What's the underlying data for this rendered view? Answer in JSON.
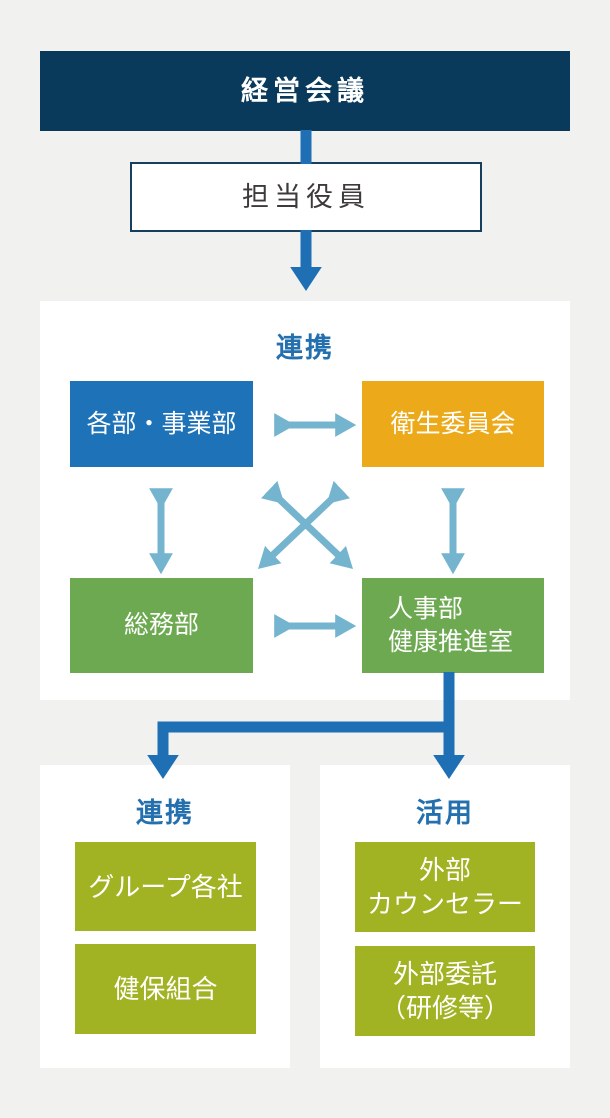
{
  "colors": {
    "page-bg": "#f1f2f0",
    "panel-bg": "#ffffff",
    "navy": "#093a5b",
    "arrow-blue": "#1f6fb5",
    "box-blue": "#1d72b8",
    "box-orange": "#ecaa1a",
    "box-green": "#6da951",
    "box-lime": "#a1b322",
    "link-arrow": "#74b4cf",
    "label-blue": "#2470ae",
    "exec-border": "#163f5e",
    "exec-text": "#3e3a39"
  },
  "top": {
    "board": "経営会議",
    "executive": "担当役員"
  },
  "middle": {
    "label": "連携",
    "departments": "各部・事業部",
    "hygiene_committee": "衛生委員会",
    "general_affairs": "総務部",
    "hr_line1": "人事部",
    "hr_line2": "健康推進室"
  },
  "bottom_left": {
    "label": "連携",
    "box1": "グループ各社",
    "box2": "健保組合"
  },
  "bottom_right": {
    "label": "活用",
    "box1_line1": "外部",
    "box1_line2": "カウンセラー",
    "box2_line1": "外部委託",
    "box2_line2": "（研修等）"
  }
}
